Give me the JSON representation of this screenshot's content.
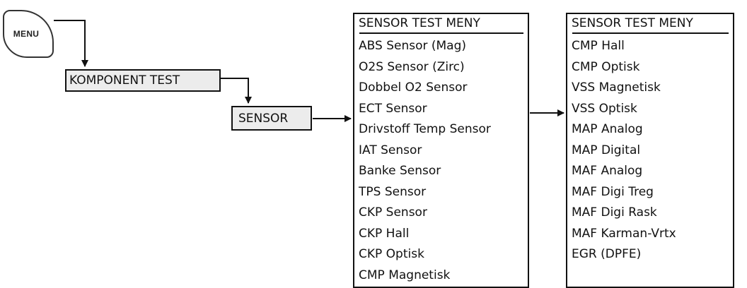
{
  "menu_key": {
    "label": "MENU"
  },
  "steps": {
    "komponent_test": "KOMPONENT TEST",
    "sensor": "SENSOR"
  },
  "panels": [
    {
      "title": "SENSOR TEST MENY",
      "items": [
        "ABS Sensor (Mag)",
        "O2S Sensor (Zirc)",
        "Dobbel O2 Sensor",
        "ECT Sensor",
        "Drivstoff Temp Sensor",
        "IAT Sensor",
        "Banke Sensor",
        "TPS Sensor",
        "CKP Sensor",
        "CKP Hall",
        "CKP Optisk",
        "CMP Magnetisk"
      ]
    },
    {
      "title": "SENSOR TEST MENY",
      "items": [
        "CMP Hall",
        "CMP Optisk",
        "VSS Magnetisk",
        "VSS Optisk",
        "MAP Analog",
        "MAP Digital",
        "MAF Analog",
        "MAF Digi Treg",
        "MAF Digi Rask",
        "MAF Karman-Vrtx",
        "EGR (DPFE)"
      ]
    }
  ]
}
